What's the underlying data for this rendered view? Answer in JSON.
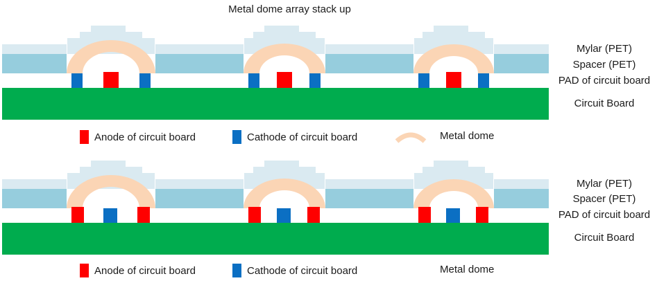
{
  "title": "Metal dome array stack up",
  "colors": {
    "mylar": "#daeaf1",
    "spacer": "#96cddd",
    "circuit_board": "#00ac4e",
    "anode": "#ff0000",
    "cathode": "#0b6fc3",
    "metal_dome": "#fbd5b5"
  },
  "layer_labels": {
    "mylar": "Mylar (PET)",
    "spacer": "Spacer (PET)",
    "pad": "PAD of circuit board",
    "circuit_board": "Circuit Board"
  },
  "panels": [
    {
      "id": "top",
      "pad_pattern": [
        "cathode",
        "anode",
        "cathode"
      ],
      "legend": {
        "anode": "Anode of circuit board",
        "cathode": "Cathode of circuit board",
        "dome": "Metal dome",
        "show_dome_icon": true
      }
    },
    {
      "id": "bottom",
      "pad_pattern": [
        "anode",
        "cathode",
        "anode"
      ],
      "legend": {
        "anode": "Anode of circuit board",
        "cathode": "Cathode of circuit board",
        "dome": "Metal dome",
        "show_dome_icon": false
      }
    }
  ]
}
